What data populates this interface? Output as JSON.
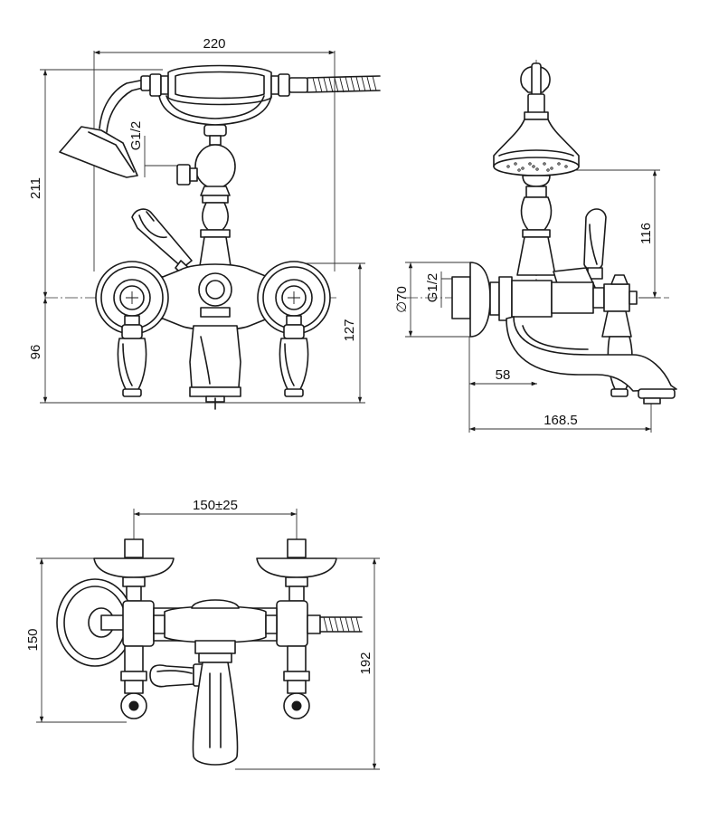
{
  "front_view": {
    "width_dim": "220",
    "height_dim": "211",
    "lower_height_dim": "96",
    "outlet_height_dim": "127",
    "thread_label": "G1/2"
  },
  "side_view": {
    "diameter_dim": "∅70",
    "thread_label": "G1/2",
    "shower_height_dim": "116",
    "wall_offset_dim": "58",
    "total_depth_dim": "168.5"
  },
  "top_view": {
    "centers_dim": "150±25",
    "left_depth_dim": "150",
    "right_depth_dim": "192"
  }
}
